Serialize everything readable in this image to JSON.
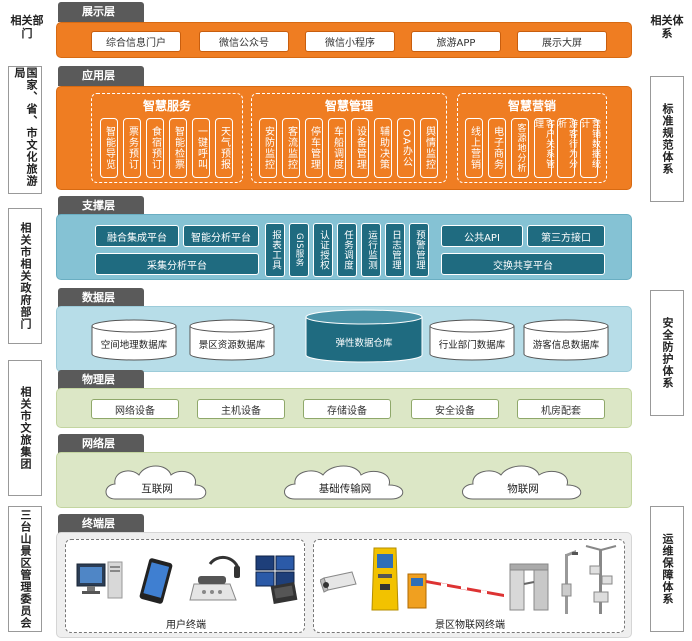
{
  "left_header": "相关部门",
  "right_header": "相关体系",
  "left_boxes": [
    "国家、省、市文化旅游局",
    "相关市相关政府部门",
    "相关市文旅集团",
    "三台山景区管理委员会"
  ],
  "right_boxes": [
    "标准规范体系",
    "安全防护体系",
    "运维保障体系"
  ],
  "display": {
    "title": "展示层",
    "items": [
      "综合信息门户",
      "微信公众号",
      "微信小程序",
      "旅游APP",
      "展示大屏"
    ]
  },
  "application": {
    "title": "应用层",
    "groups": [
      {
        "title": "智慧服务",
        "items": [
          "智能导览",
          "票务预订",
          "食宿预订",
          "智能检票",
          "一键呼叫",
          "天气预报"
        ]
      },
      {
        "title": "智慧管理",
        "items": [
          "安防监控",
          "客流监控",
          "停车管理",
          "车船调度",
          "设备管理",
          "辅助决策",
          "OA办公",
          "舆情监控"
        ]
      },
      {
        "title": "智慧营销",
        "items": [
          "线上营销",
          "电子商务",
          "客源地分析",
          "客户关系管理",
          "游客行为分析",
          "营销数据统计"
        ]
      }
    ]
  },
  "support": {
    "title": "支撑层",
    "left_items": [
      "融合集成平台",
      "智能分析平台"
    ],
    "left_bottom": "采集分析平台",
    "mid_items": [
      "报表工具",
      "GIS服务",
      "认证授权",
      "任务调度",
      "运行监测",
      "日志管理",
      "预警管理"
    ],
    "right_items": [
      "公共API",
      "第三方接口"
    ],
    "right_bottom": "交换共享平台"
  },
  "data": {
    "title": "数据层",
    "dbs": [
      "空间地理数据库",
      "景区资源数据库",
      "弹性数据仓库",
      "行业部门数据库",
      "游客信息数据库"
    ]
  },
  "physical": {
    "title": "物理层",
    "items": [
      "网络设备",
      "主机设备",
      "存储设备",
      "安全设备",
      "机房配套"
    ]
  },
  "network": {
    "title": "网络层",
    "clouds": [
      "互联网",
      "基础传输网",
      "物联网"
    ]
  },
  "terminal": {
    "title": "终端层",
    "user_caption": "用户终端",
    "iot_caption": "景区物联网终端"
  },
  "colors": {
    "orange": "#ef7d22",
    "teal": "#85c2d4",
    "dark_teal": "#1f6b80",
    "green": "#dce7c6",
    "tab_gray": "#5a5a5a"
  }
}
